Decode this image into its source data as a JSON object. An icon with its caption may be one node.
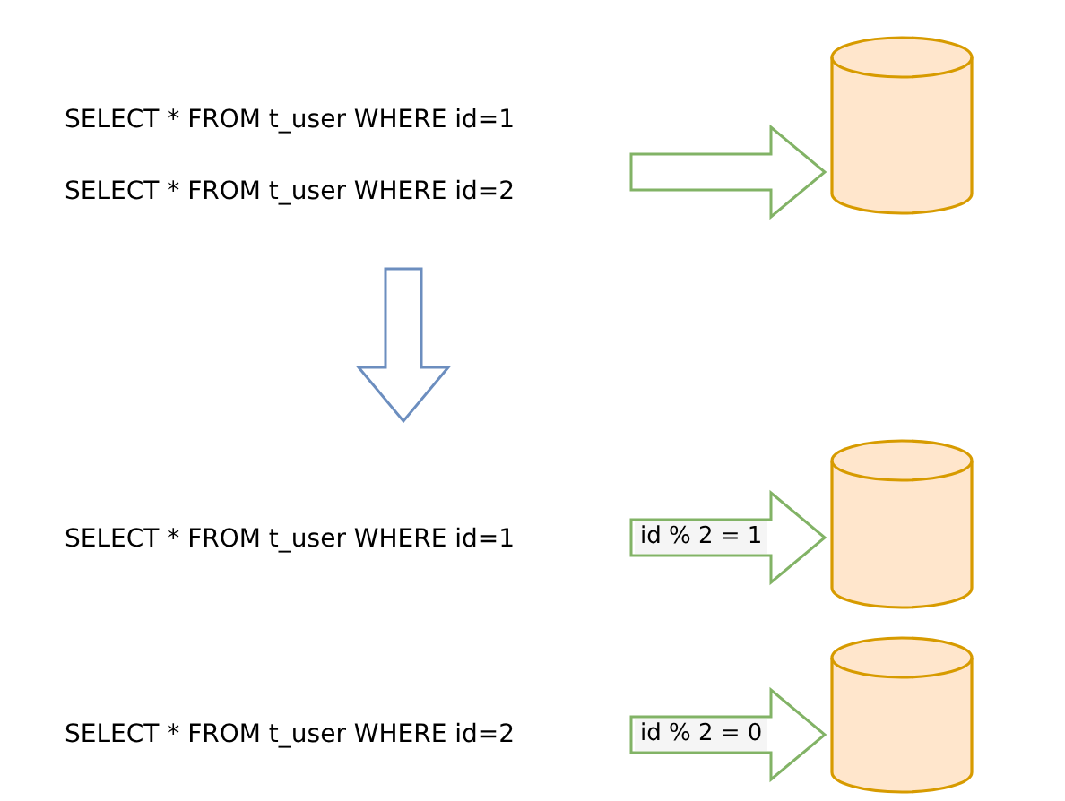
{
  "diagram": {
    "nodes": [
      {
        "text": [
          "SELECT * FROM t_user WHERE id=1",
          "SELECT * FROM t_user WHERE id=2"
        ]
      },
      {
        "text": [],
        "shape": "cylinder"
      },
      {
        "text": [
          "SELECT * FROM t_user WHERE id=1"
        ]
      },
      {
        "text": [],
        "shape": "cylinder"
      },
      {
        "text": [
          "SELECT * FROM t_user WHERE id=2"
        ]
      },
      {
        "text": [],
        "shape": "cylinder"
      }
    ],
    "edges": [
      {
        "from": 0,
        "to": 1,
        "arrow": "to"
      },
      {
        "from": 0,
        "to": 2,
        "arrow": "to",
        "color": "#6c8ebf"
      },
      {
        "from": 2,
        "to": 3,
        "arrow": "to",
        "label": "id % 2 = 1"
      },
      {
        "from": 4,
        "to": 5,
        "arrow": "to",
        "label": "id % 2 = 0"
      }
    ]
  }
}
